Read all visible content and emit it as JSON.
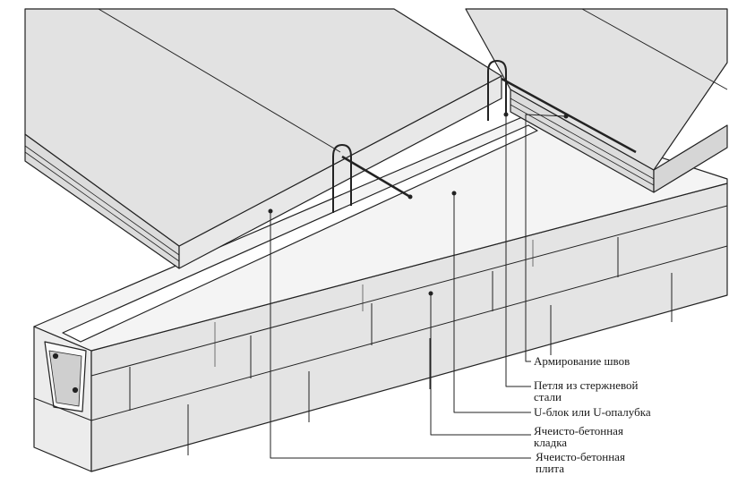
{
  "labels": {
    "reinforcement": "Армирование швов",
    "loop_line1": "Петля из стержневой",
    "loop_line2": "стали",
    "u_block": "U-блок или U-опалубка",
    "masonry_line1": "Ячеисто-бетонная",
    "masonry_line2": "кладка",
    "slab_line1": "Ячеисто-бетонная",
    "slab_line2": "плита"
  },
  "colors": {
    "face": "#e6e6e6",
    "light": "#f2f2f2",
    "line": "#222222",
    "hatch": "#b8b8b8"
  }
}
